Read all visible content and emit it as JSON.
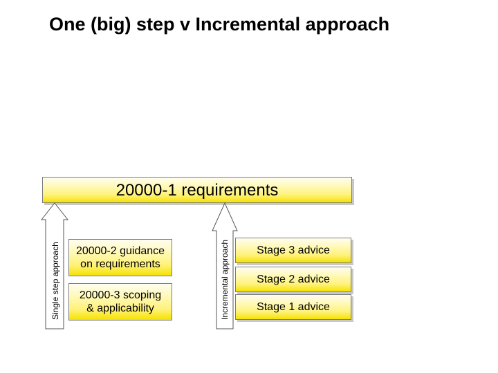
{
  "title": "One (big) step v Incremental approach",
  "top_box": {
    "label": "20000-1 requirements"
  },
  "left_stack": {
    "arrow_label": "Single step approach",
    "items": [
      {
        "label_line1": "20000-2 guidance",
        "label_line2": "on requirements"
      },
      {
        "label_line1": "20000-3 scoping",
        "label_line2": "& applicability"
      }
    ]
  },
  "right_stack": {
    "arrow_label": "Incremental approach",
    "items": [
      {
        "label": "Stage 3 advice"
      },
      {
        "label": "Stage 2 advice"
      },
      {
        "label": "Stage 1 advice"
      }
    ]
  },
  "colors": {
    "box_fill": "#fff27a",
    "box_border": "#7a7a7a"
  }
}
